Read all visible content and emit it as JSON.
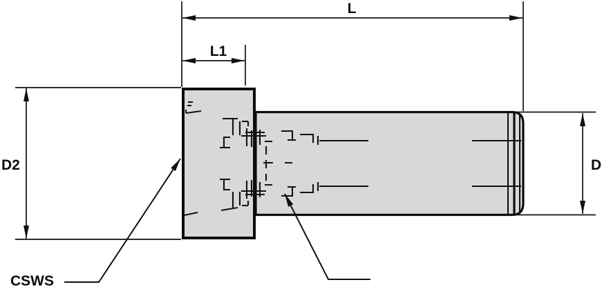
{
  "drawing": {
    "dimensions": {
      "L": {
        "label": "L"
      },
      "L1": {
        "label": "L1"
      },
      "D2": {
        "label": "D2"
      },
      "D": {
        "label": "D"
      }
    },
    "callout": {
      "label": "CSWS"
    },
    "colors": {
      "line": "#111111",
      "part_fill": "#d8d8d8",
      "background": "#ffffff"
    }
  }
}
